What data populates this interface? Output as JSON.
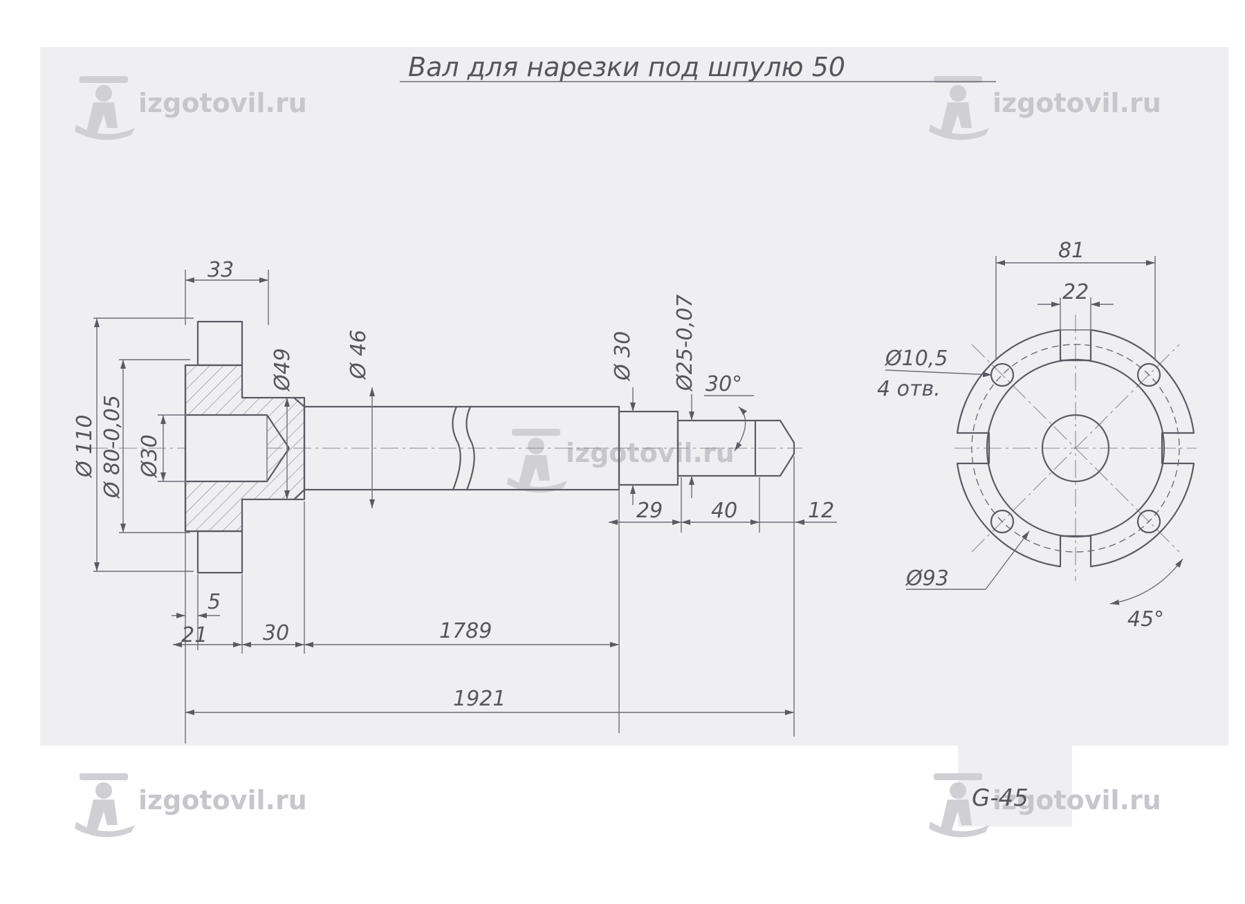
{
  "title": "Вал для нарезки под шпулю 50",
  "watermark": "izgotovil.ru",
  "stamp": "G-45",
  "dimensions": {
    "d110": "Ø 110",
    "d80": "Ø 80-0,05",
    "d30_bore": "Ø30",
    "d49": "Ø49",
    "d46": "Ø 46",
    "d30_step": "Ø 30",
    "d25": "Ø25-0,07",
    "angle30": "30°",
    "len33": "33",
    "len29": "29",
    "len40": "40",
    "len12": "12",
    "len5": "5",
    "len21": "21",
    "len30": "30",
    "len1789": "1789",
    "len1921": "1921",
    "w81": "81",
    "w22": "22",
    "hole": "Ø10,5",
    "holes_count": "4 отв.",
    "d93": "Ø93",
    "angle45": "45°"
  }
}
